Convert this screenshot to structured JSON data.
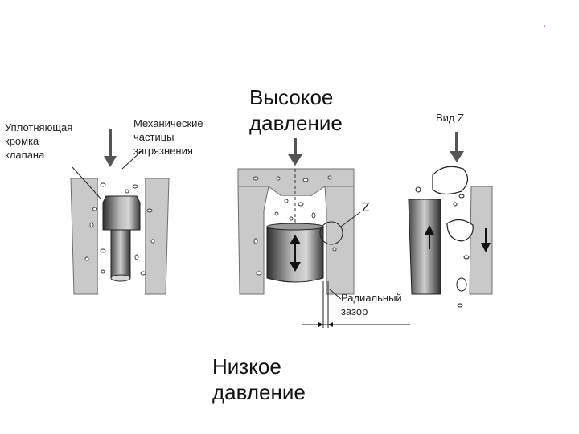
{
  "labels": {
    "seal_edge": [
      "Уплотняющая",
      "кромка",
      "клапана"
    ],
    "particles": [
      "Механические",
      "частицы",
      "загрязнения"
    ],
    "high_pressure": [
      "Высокое",
      "давление"
    ],
    "view_z": "Вид Z",
    "z_marker": "Z",
    "radial_gap": [
      "Радиальный",
      "зазор"
    ],
    "low_pressure": [
      "Низкое",
      "давление"
    ],
    "corner_mark": "’"
  },
  "colors": {
    "wall": "#c9c9c9",
    "wall_edge": "#6d6d6d",
    "metal_dark": "#3f3f3f",
    "metal_light": "#c4c4c4",
    "arrow": "#555555",
    "line": "#222222",
    "corner_mark": "#c0392b"
  }
}
